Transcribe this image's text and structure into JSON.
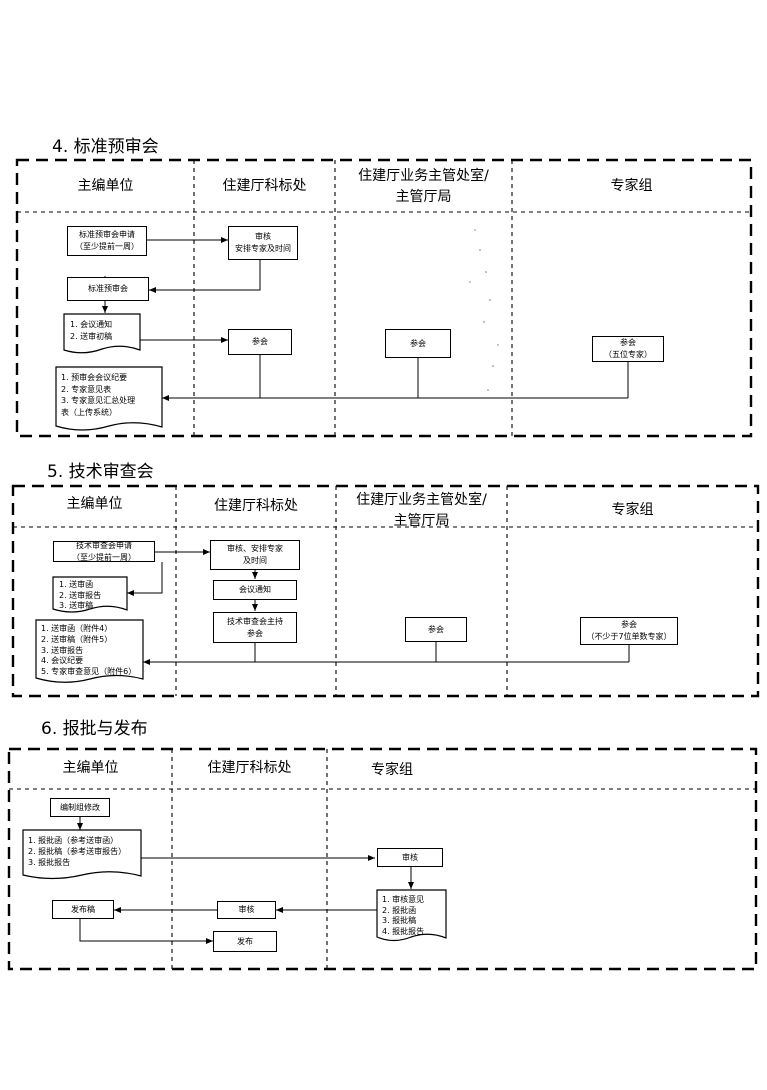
{
  "sections": [
    {
      "title": "4. 标准预审会",
      "lanes": [
        "主编单位",
        "住建厅科标处",
        "住建厅业务主管处室/\n主管厅局",
        "专家组"
      ],
      "nodes": {
        "apply": [
          "标准预审会申请",
          "（至少提前一周）"
        ],
        "review": [
          "审核",
          "安排专家及时间"
        ],
        "meeting": [
          "标准预审会"
        ],
        "notice_docs": [
          "1. 会议通知",
          "2. 送审初稿"
        ],
        "attend_kb": [
          "参会"
        ],
        "attend_dept": [
          "参会"
        ],
        "attend_expert": [
          "参会",
          "（五位专家）"
        ],
        "output_docs": [
          "1. 预审会会议纪要",
          "2. 专家意见表",
          "3. 专家意见汇总处理",
          "表（上传系统）"
        ]
      }
    },
    {
      "title": "5. 技术审查会",
      "lanes": [
        "主编单位",
        "住建厅科标处",
        "住建厅业务主管处室/\n主管厅局",
        "专家组"
      ],
      "nodes": {
        "apply": [
          "技术审查会申请",
          "（至少提前一周）"
        ],
        "review": [
          "审核、安排专家",
          "及时间"
        ],
        "submit_docs": [
          "1. 送审函",
          "2. 送审报告",
          "3. 送审稿"
        ],
        "notice": [
          "会议通知"
        ],
        "host": [
          "技术审查会主持",
          "参会"
        ],
        "attend_dept": [
          "参会"
        ],
        "attend_expert": [
          "参会",
          "（不少于7位单数专家）"
        ],
        "output_docs": [
          "1. 送审函（附件4）",
          "2. 送审稿（附件5）",
          "3. 送审报告",
          "4. 会议纪要",
          "5. 专家审查意见（附件6）"
        ]
      }
    },
    {
      "title": "6. 报批与发布",
      "lanes": [
        "主编单位",
        "住建厅科标处",
        "专家组"
      ],
      "nodes": {
        "revise": [
          "编制组修改"
        ],
        "approval_docs": [
          "1. 报批函（参考送审函）",
          "2. 报批稿（参考送审报告）",
          "3. 报批报告"
        ],
        "expert_review": [
          "审核"
        ],
        "expert_docs": [
          "1. 审核意见",
          "2. 报批函",
          "3. 报批稿",
          "4. 报批报告"
        ],
        "kb_review": [
          "审核"
        ],
        "final_draft": [
          "发布稿"
        ],
        "publish": [
          "发布"
        ]
      }
    }
  ]
}
